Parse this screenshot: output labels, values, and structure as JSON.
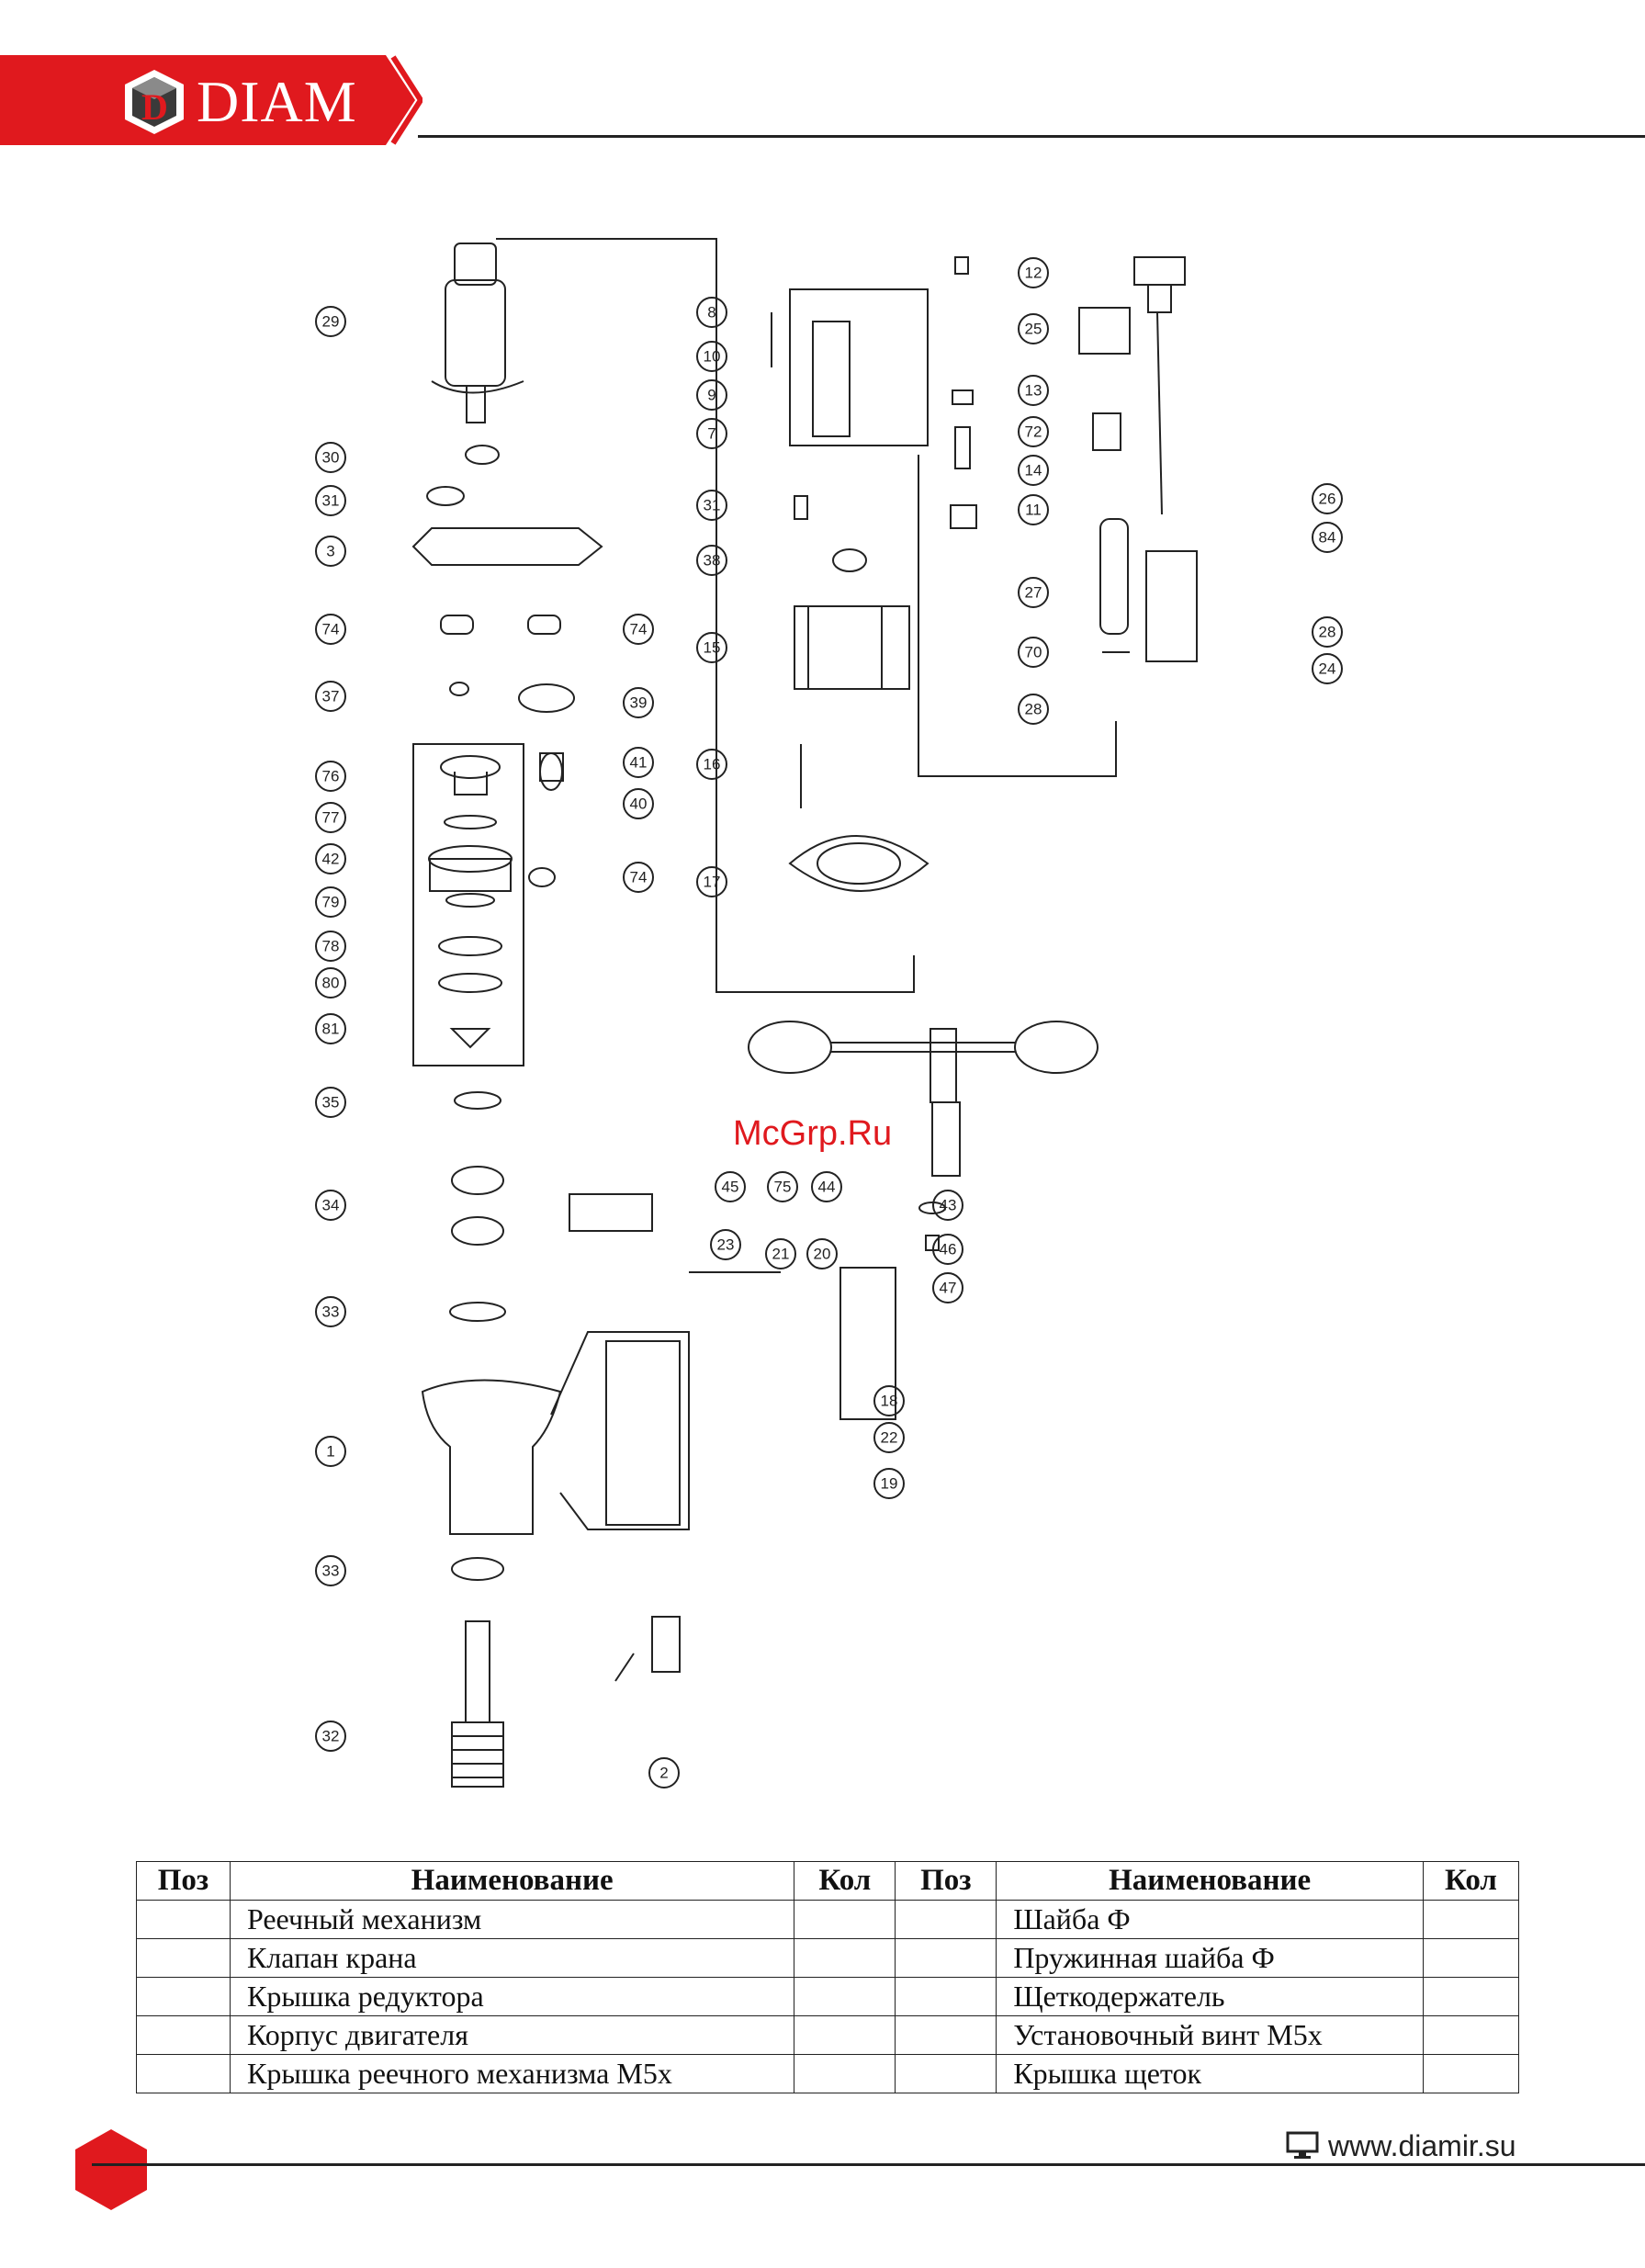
{
  "brand": {
    "name": "DIAM",
    "color_red": "#e0191e",
    "color_dark": "#3a3a3a"
  },
  "diagram": {
    "callouts": [
      "29",
      "30",
      "31",
      "3",
      "74",
      "74",
      "37",
      "39",
      "76",
      "41",
      "40",
      "77",
      "42",
      "74",
      "79",
      "78",
      "80",
      "81",
      "35",
      "34",
      "33",
      "1",
      "33",
      "32",
      "2",
      "8",
      "10",
      "9",
      "7",
      "31",
      "38",
      "15",
      "16",
      "17",
      "12",
      "13",
      "14",
      "11",
      "25",
      "72",
      "26",
      "84",
      "27",
      "28",
      "70",
      "24",
      "28",
      "45",
      "75",
      "44",
      "43",
      "46",
      "47",
      "23",
      "21",
      "20",
      "18",
      "22",
      "19"
    ],
    "watermark": "McGrp.Ru"
  },
  "table": {
    "headers": [
      "Поз",
      "Наименование",
      "Кол",
      "Поз",
      "Наименование",
      "Кол"
    ],
    "rows": [
      [
        "",
        "Реечный механизм",
        "",
        "",
        "Шайба Ф",
        ""
      ],
      [
        "",
        "Клапан крана",
        "",
        "",
        "Пружинная шайба Ф",
        ""
      ],
      [
        "",
        "Крышка редуктора",
        "",
        "",
        "Щеткодержатель",
        ""
      ],
      [
        "",
        "Корпус двигателя",
        "",
        "",
        "Установочный винт M5x",
        ""
      ],
      [
        "",
        "Крышка реечного механизма M5x",
        "",
        "",
        "Крышка щеток",
        ""
      ]
    ]
  },
  "footer": {
    "url": "www.diamir.su",
    "icon": "monitor-icon"
  }
}
